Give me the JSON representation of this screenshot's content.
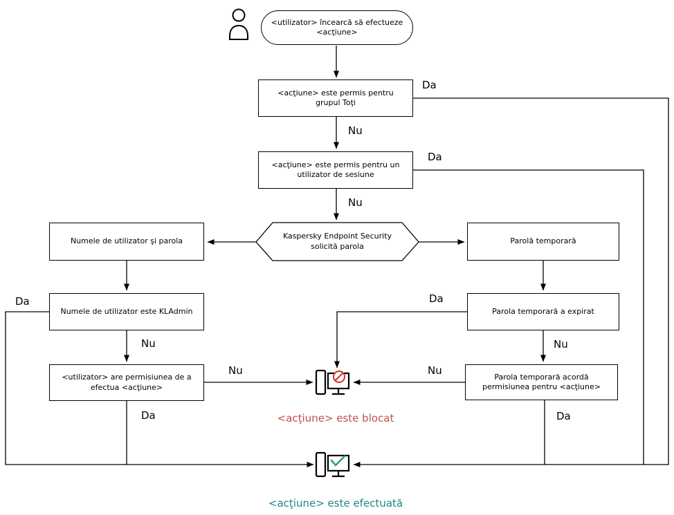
{
  "diagram": {
    "start": "<utilizator> încearcă să efectueze <acţiune>",
    "allowed_group": "<acţiune> este permis pentru grupul Toţi",
    "allowed_session": "<acţiune> este permis pentru un utilizator de sesiune",
    "password_prompt": "Kaspersky Endpoint Security solicită parola",
    "username_password": "Numele de utilizator şi parola",
    "temp_password": "Parolă temporară",
    "is_kladmin": "Numele de utilizator este KLAdmin",
    "user_has_permission": "<utilizator> are permisiunea de a efectua <acţiune>",
    "temp_expired": "Parola temporară a expirat",
    "temp_grants": "Parola temporară acordă permisiunea pentru <acţiune>",
    "blocked_label": "<acţiune> este blocat",
    "done_label": "<acţiune> este efectuată"
  },
  "labels": {
    "yes": "Da",
    "no": "Nu"
  },
  "colors": {
    "line": "#000000",
    "blocked_text": "#c0504d",
    "done_text": "#1a8a7e",
    "no_sign": "#d0342c",
    "check": "#27a376"
  }
}
